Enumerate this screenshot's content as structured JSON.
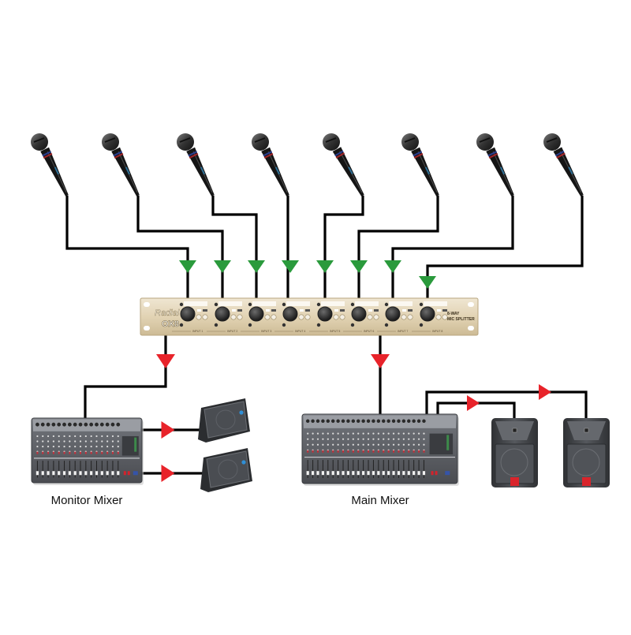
{
  "diagram": {
    "title": "Mic splitter live-sound signal flow",
    "colors": {
      "cable": "#000000",
      "input_arrow": "#2a9a3c",
      "output_arrow": "#e8232a",
      "rack_face": "#e4d6b9",
      "mixer_body": "#5c5f66",
      "speaker_body": "#3f4246",
      "speaker_logo": "#d9242b"
    },
    "sources": {
      "type": "dynamic-microphone",
      "count": 8,
      "items": [
        {
          "id": "mic-1",
          "input": 1
        },
        {
          "id": "mic-2",
          "input": 2
        },
        {
          "id": "mic-3",
          "input": 3
        },
        {
          "id": "mic-4",
          "input": 4
        },
        {
          "id": "mic-5",
          "input": 5
        },
        {
          "id": "mic-6",
          "input": 6
        },
        {
          "id": "mic-7",
          "input": 7
        },
        {
          "id": "mic-8",
          "input": 8
        }
      ]
    },
    "splitter": {
      "brand": "Radial",
      "model": "OX8",
      "caption_line1": "8-WAY",
      "caption_line2": "MIC SPLITTER",
      "channel_label": "INPUT",
      "channels": 8
    },
    "outputs": [
      {
        "id": "monitor-mixer",
        "label": "Monitor Mixer",
        "feeds": [
          "monitor-wedge-1",
          "monitor-wedge-2"
        ]
      },
      {
        "id": "main-mixer",
        "label": "Main Mixer",
        "feeds": [
          "pa-speaker-1",
          "pa-speaker-2"
        ]
      }
    ]
  }
}
